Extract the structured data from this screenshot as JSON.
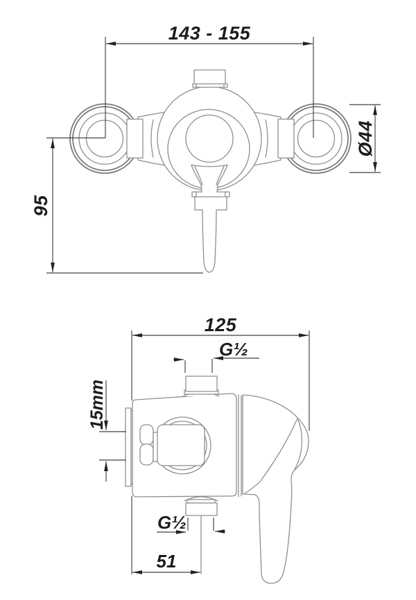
{
  "drawing": {
    "type": "technical-dimension-drawing",
    "subject": "exposed shower mixer valve, two orthographic views",
    "colors": {
      "background": "#ffffff",
      "outline": "#8e8e8e",
      "escutcheon_ring": "#7b7b7b",
      "dimension_line": "#404040",
      "dimension_text": "#1c1c1c"
    },
    "front_view": {
      "width_range_label": "143 - 155",
      "height_label": "95",
      "diameter_label": "Ø44"
    },
    "side_view": {
      "depth_label": "125",
      "top_thread_label": "G½",
      "bottom_thread_label": "G½",
      "offset_label": "15mm",
      "outlet_distance_label": "51"
    }
  }
}
